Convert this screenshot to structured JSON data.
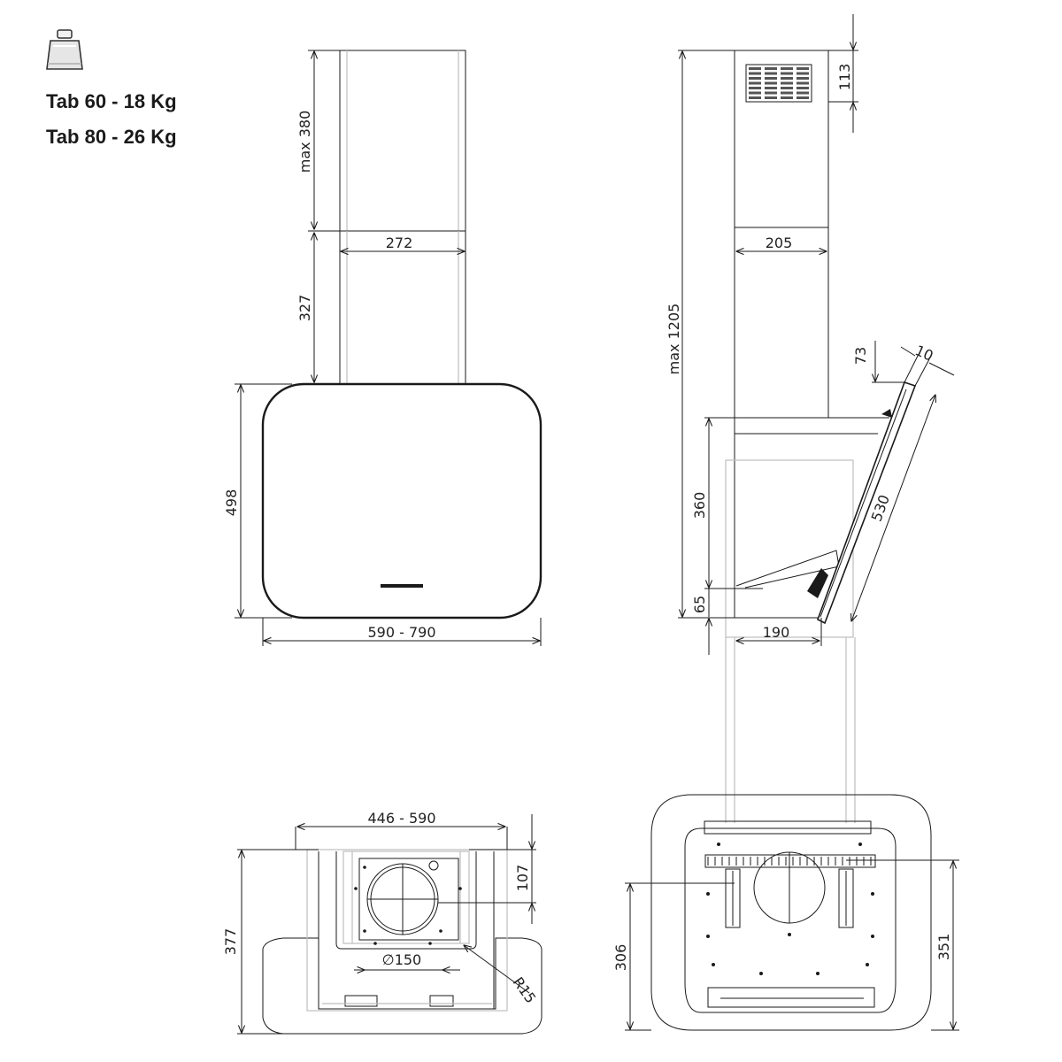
{
  "weights": {
    "tab60": "Tab 60 - 18 Kg",
    "tab80": "Tab 80 - 26 Kg"
  },
  "icons": {
    "weight": "weight-icon"
  },
  "front_view": {
    "chimney_max": "max 380",
    "chimney_width": "272",
    "chimney_lower": "327",
    "hood_height": "498",
    "hood_width": "590 - 790"
  },
  "side_view": {
    "top_grille": "113",
    "chimney_depth": "205",
    "total_max": "max 1205",
    "glass_offset_top": "73",
    "glass_thickness": "10",
    "glass_length": "530",
    "body_height": "360",
    "bottom_height": "65",
    "bottom_depth": "190"
  },
  "bottom_view": {
    "bracket_width": "446 - 590",
    "outlet_offset": "107",
    "total_depth": "377",
    "outlet_diameter": "∅150",
    "corner_radius": "R15"
  },
  "top_view": {
    "left_depth": "306",
    "right_depth": "351"
  },
  "colors": {
    "line": "#1a1a1a",
    "light_line": "#bdbdbd"
  }
}
